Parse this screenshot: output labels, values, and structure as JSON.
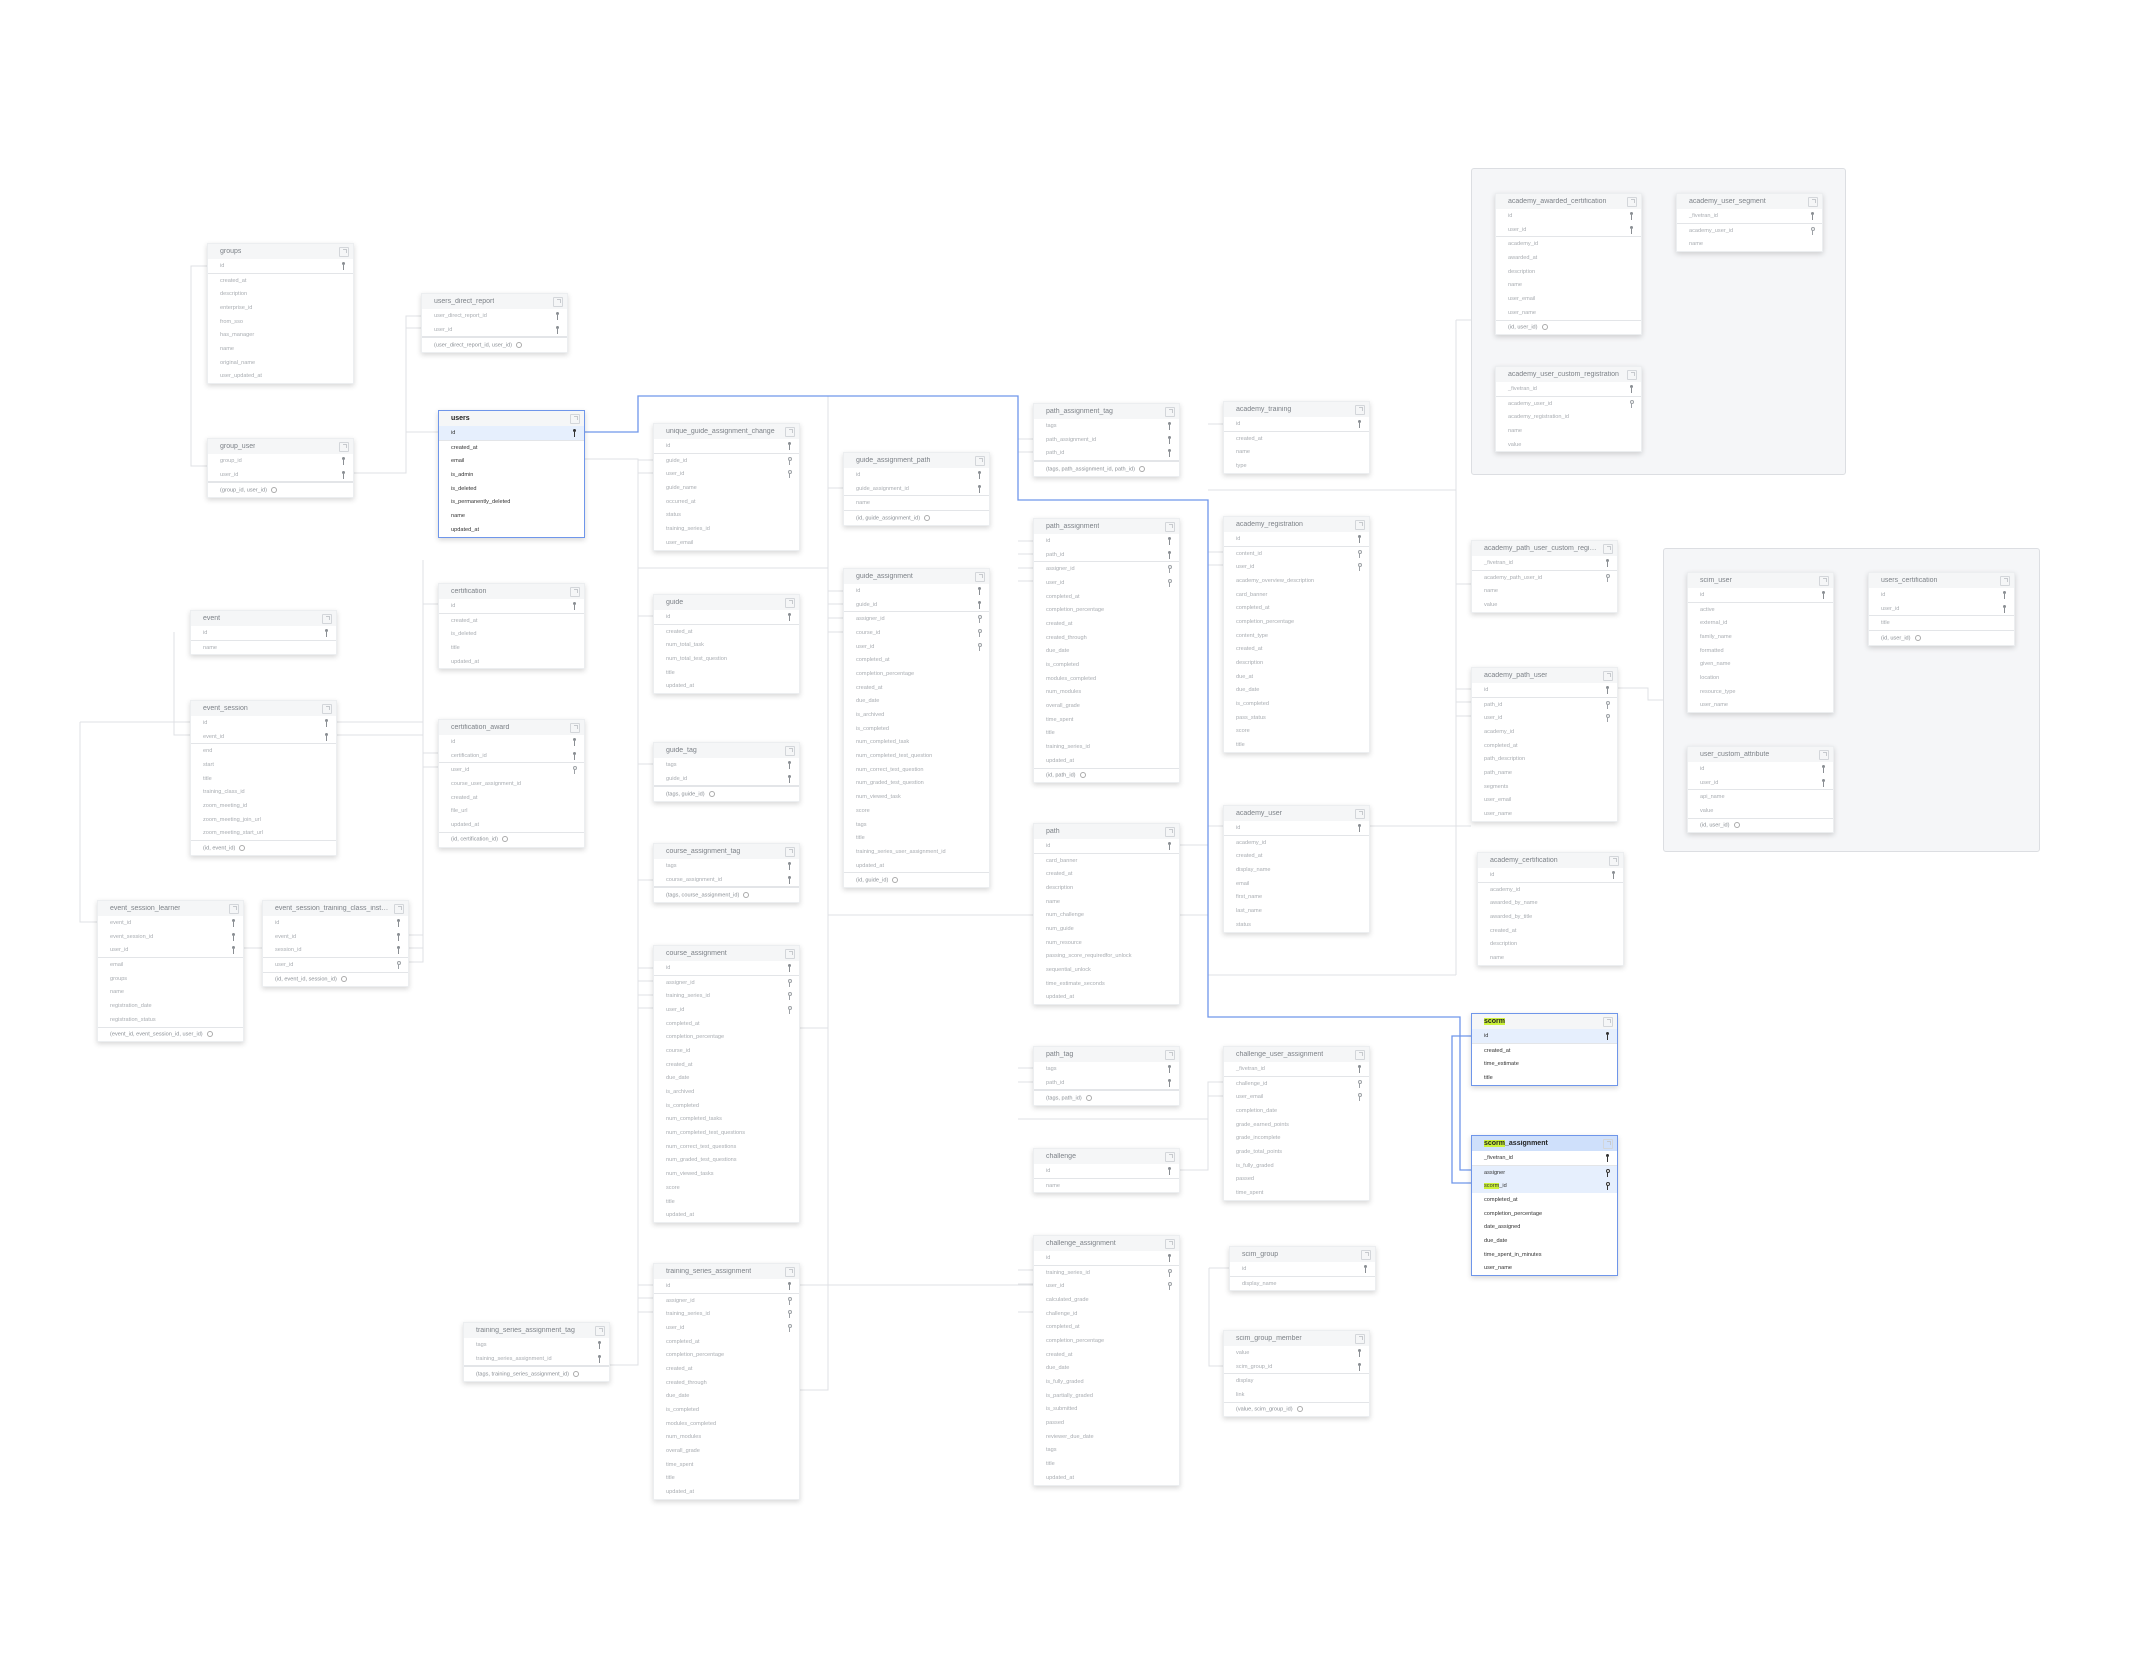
{
  "highlight_term": "scorm",
  "tables": [
    {
      "name": "groups",
      "pk": [
        "id"
      ],
      "cols": [
        "created_at",
        "description",
        "enterprise_id",
        "from_sso",
        "has_manager",
        "name",
        "original_name",
        "user_updated_at"
      ]
    },
    {
      "name": "users_direct_report",
      "pk": [
        "user_direct_report_id",
        "user_id"
      ],
      "cols": [],
      "footer": "(user_direct_report_id, user_id)"
    },
    {
      "name": "group_user",
      "pk": [
        "group_id",
        "user_id"
      ],
      "cols": [],
      "footer": "(group_id, user_id)"
    },
    {
      "name": "users",
      "selected": true,
      "active_rows": [
        "id"
      ],
      "pk": [
        "id"
      ],
      "cols": [
        "created_at",
        "email",
        "is_admin",
        "is_deleted",
        "is_permanently_deleted",
        "name",
        "updated_at"
      ]
    },
    {
      "name": "event",
      "pk": [
        "id"
      ],
      "cols": [
        "name"
      ]
    },
    {
      "name": "event_session",
      "pk": [
        "id",
        "event_id"
      ],
      "cols": [
        "end",
        "start",
        "title",
        "training_class_id",
        "zoom_meeting_id",
        "zoom_meeting_join_url",
        "zoom_meeting_start_url"
      ],
      "footer": "(id, event_id)"
    },
    {
      "name": "certification",
      "pk": [
        "id"
      ],
      "cols": [
        "created_at",
        "is_deleted",
        "title",
        "updated_at"
      ]
    },
    {
      "name": "certification_award",
      "pk": [
        "id",
        "certification_id"
      ],
      "cols": [
        {
          "n": "user_id",
          "fk": true
        },
        "course_user_assignment_id",
        "created_at",
        "file_url",
        "updated_at"
      ],
      "footer": "(id, certification_id)"
    },
    {
      "name": "event_session_learner",
      "pk": [
        "event_id",
        "event_session_id",
        "user_id"
      ],
      "cols": [
        "email",
        "groups",
        "name",
        "registration_date",
        "registration_status"
      ],
      "footer": "(event_id, event_session_id, user_id)"
    },
    {
      "name": "event_session_training_class_instructor",
      "pk": [
        "id",
        "event_id",
        "session_id"
      ],
      "cols": [
        {
          "n": "user_id",
          "fk": true
        }
      ],
      "footer": "(id, event_id, session_id)"
    },
    {
      "name": "unique_guide_assignment_change",
      "pk": [
        "id"
      ],
      "cols": [
        {
          "n": "guide_id",
          "fk": true
        },
        {
          "n": "user_id",
          "fk": true
        },
        "guide_name",
        "occurred_at",
        "status",
        "training_series_id",
        "user_email"
      ]
    },
    {
      "name": "guide_assignment_path",
      "pk": [
        "id",
        "guide_assignment_id"
      ],
      "cols": [
        "name"
      ],
      "footer": "(id, guide_assignment_id)"
    },
    {
      "name": "guide",
      "pk": [
        "id"
      ],
      "cols": [
        "created_at",
        "num_total_task",
        "num_total_test_question",
        "title",
        "updated_at"
      ]
    },
    {
      "name": "guide_assignment",
      "pk": [
        "id",
        "guide_id"
      ],
      "cols": [
        {
          "n": "assigner_id",
          "fk": true
        },
        {
          "n": "course_id",
          "fk": true
        },
        {
          "n": "user_id",
          "fk": true
        },
        "completed_at",
        "completion_percentage",
        "created_at",
        "due_date",
        "is_archived",
        "is_completed",
        "num_completed_task",
        "num_completed_test_question",
        "num_correct_test_question",
        "num_graded_test_question",
        "num_viewed_task",
        "score",
        "tags",
        "title",
        "training_series_user_assignment_id",
        "updated_at"
      ],
      "footer": "(id, guide_id)"
    },
    {
      "name": "guide_tag",
      "pk": [
        "tags",
        "guide_id"
      ],
      "cols": [],
      "footer": "(tags, guide_id)"
    },
    {
      "name": "course_assignment_tag",
      "pk": [
        "tags",
        "course_assignment_id"
      ],
      "cols": [],
      "footer": "(tags, course_assignment_id)"
    },
    {
      "name": "course_assignment",
      "pk": [
        "id"
      ],
      "cols": [
        {
          "n": "assigner_id",
          "fk": true
        },
        {
          "n": "training_series_id",
          "fk": true
        },
        {
          "n": "user_id",
          "fk": true
        },
        "completed_at",
        "completion_percentage",
        "course_id",
        "created_at",
        "due_date",
        "is_archived",
        "is_completed",
        "num_completed_tasks",
        "num_completed_test_questions",
        "num_correct_test_questions",
        "num_graded_test_questions",
        "num_viewed_tasks",
        "score",
        "title",
        "updated_at"
      ]
    },
    {
      "name": "training_series_assignment",
      "pk": [
        "id"
      ],
      "cols": [
        {
          "n": "assigner_id",
          "fk": true
        },
        {
          "n": "training_series_id",
          "fk": true
        },
        {
          "n": "user_id",
          "fk": true
        },
        "completed_at",
        "completion_percentage",
        "created_at",
        "created_through",
        "due_date",
        "is_completed",
        "modules_completed",
        "num_modules",
        "overall_grade",
        "time_spent",
        "title",
        "updated_at"
      ]
    },
    {
      "name": "training_series_assignment_tag",
      "pk": [
        "tags",
        "training_series_assignment_id"
      ],
      "cols": [],
      "footer": "(tags, training_series_assignment_id)"
    },
    {
      "name": "path_assignment_tag",
      "pk": [
        "tags",
        "path_assignment_id",
        "path_id"
      ],
      "cols": [],
      "footer": "(tags, path_assignment_id, path_id)"
    },
    {
      "name": "path_assignment",
      "pk": [
        "id",
        "path_id"
      ],
      "cols": [
        {
          "n": "assigner_id",
          "fk": true
        },
        {
          "n": "user_id",
          "fk": true
        },
        "completed_at",
        "completion_percentage",
        "created_at",
        "created_through",
        "due_date",
        "is_completed",
        "modules_completed",
        "num_modules",
        "overall_grade",
        "time_spent",
        "title",
        "training_series_id",
        "updated_at"
      ],
      "footer": "(id, path_id)"
    },
    {
      "name": "path",
      "pk": [
        "id"
      ],
      "cols": [
        "card_banner",
        "created_at",
        "description",
        "name",
        "num_challenge",
        "num_guide",
        "num_resource",
        "passing_score_requiredfor_unlock",
        "sequential_unlock",
        "time_estimate_seconds",
        "updated_at"
      ]
    },
    {
      "name": "path_tag",
      "pk": [
        "tags",
        "path_id"
      ],
      "cols": [],
      "footer": "(tags, path_id)"
    },
    {
      "name": "challenge",
      "pk": [
        "id"
      ],
      "cols": [
        "name"
      ]
    },
    {
      "name": "challenge_assignment",
      "pk": [
        "id"
      ],
      "cols": [
        {
          "n": "training_series_id",
          "fk": true
        },
        {
          "n": "user_id",
          "fk": true
        },
        "calculated_grade",
        "challenge_id",
        "completed_at",
        "completion_percentage",
        "created_at",
        "due_date",
        "is_fully_graded",
        "is_partially_graded",
        "is_submitted",
        "passed",
        "reviewer_due_date",
        "tags",
        "title",
        "updated_at"
      ]
    },
    {
      "name": "academy_training",
      "pk": [
        "id"
      ],
      "cols": [
        "created_at",
        "name",
        "type"
      ]
    },
    {
      "name": "academy_registration",
      "pk": [
        "id"
      ],
      "cols": [
        {
          "n": "content_id",
          "fk": true
        },
        {
          "n": "user_id",
          "fk": true
        },
        "academy_overview_description",
        "card_banner",
        "completed_at",
        "completion_percentage",
        "content_type",
        "created_at",
        "description",
        "due_at",
        "due_date",
        "is_completed",
        "pass_status",
        "score",
        "title"
      ]
    },
    {
      "name": "academy_user",
      "pk": [
        "id"
      ],
      "cols": [
        "academy_id",
        "created_at",
        "display_name",
        "email",
        "first_name",
        "last_name",
        "status"
      ]
    },
    {
      "name": "challenge_user_assignment",
      "pk": [
        "_fivetran_id"
      ],
      "cols": [
        {
          "n": "challenge_id",
          "fk": true
        },
        {
          "n": "user_email",
          "fk": true
        },
        "completion_date",
        "grade_earned_points",
        "grade_incomplete",
        "grade_total_points",
        "is_fully_graded",
        "passed",
        "time_spent"
      ]
    },
    {
      "name": "scim_group",
      "pk": [
        "id"
      ],
      "cols": [
        "display_name"
      ]
    },
    {
      "name": "scim_group_member",
      "pk": [
        "value",
        "scim_group_id"
      ],
      "cols": [
        "display",
        "link"
      ],
      "footer": "(value, scim_group_id)"
    },
    {
      "name": "academy_awarded_certification",
      "pk": [
        "id",
        "user_id"
      ],
      "cols": [
        "academy_id",
        "awarded_at",
        "description",
        "name",
        "user_email",
        "user_name"
      ],
      "footer": "(id, user_id)"
    },
    {
      "name": "academy_user_segment",
      "pk": [
        "_fivetran_id"
      ],
      "cols": [
        {
          "n": "academy_user_id",
          "fk": true
        },
        "name"
      ]
    },
    {
      "name": "academy_user_custom_registration",
      "pk": [
        "_fivetran_id"
      ],
      "cols": [
        {
          "n": "academy_user_id",
          "fk": true
        },
        "academy_registration_id",
        "name",
        "value"
      ]
    },
    {
      "name": "academy_path_user_custom_registrati...",
      "pk": [
        "_fivetran_id"
      ],
      "cols": [
        {
          "n": "academy_path_user_id",
          "fk": true
        },
        "name",
        "value"
      ]
    },
    {
      "name": "academy_path_user",
      "pk": [
        "id"
      ],
      "cols": [
        {
          "n": "path_id",
          "fk": true
        },
        {
          "n": "user_id",
          "fk": true
        },
        "academy_id",
        "completed_at",
        "path_description",
        "path_name",
        "segments",
        "user_email",
        "user_name"
      ]
    },
    {
      "name": "academy_certification",
      "pk": [
        "id"
      ],
      "cols": [
        "academy_id",
        "awarded_by_name",
        "awarded_by_title",
        "created_at",
        "description",
        "name"
      ]
    },
    {
      "name": "scim_user",
      "pk": [
        "id"
      ],
      "cols": [
        "active",
        "external_id",
        "family_name",
        "formatted",
        "given_name",
        "location",
        "resource_type",
        "user_name"
      ]
    },
    {
      "name": "users_certification",
      "pk": [
        "id",
        "user_id"
      ],
      "cols": [
        "title"
      ],
      "footer": "(id, user_id)"
    },
    {
      "name": "user_custom_attribute",
      "pk": [
        "id",
        "user_id"
      ],
      "cols": [
        "api_name",
        "value"
      ],
      "footer": "(id, user_id)"
    },
    {
      "name": "scorm",
      "selected": true,
      "active_rows": [
        "id"
      ],
      "pk": [
        "id"
      ],
      "cols": [
        "created_at",
        "time_estimate",
        "title"
      ]
    },
    {
      "name": "scorm_assignment",
      "selected": true,
      "header_highlight": true,
      "active_rows": [
        "assigner",
        "scorm_id"
      ],
      "pk": [
        "_fivetran_id"
      ],
      "cols": [
        {
          "n": "assigner",
          "fk": true
        },
        {
          "n": "scorm_id",
          "fk": true
        },
        "completed_at",
        "completion_percentage",
        "date_assigned",
        "due_date",
        "time_spent_in_minutes",
        "user_name"
      ]
    }
  ]
}
